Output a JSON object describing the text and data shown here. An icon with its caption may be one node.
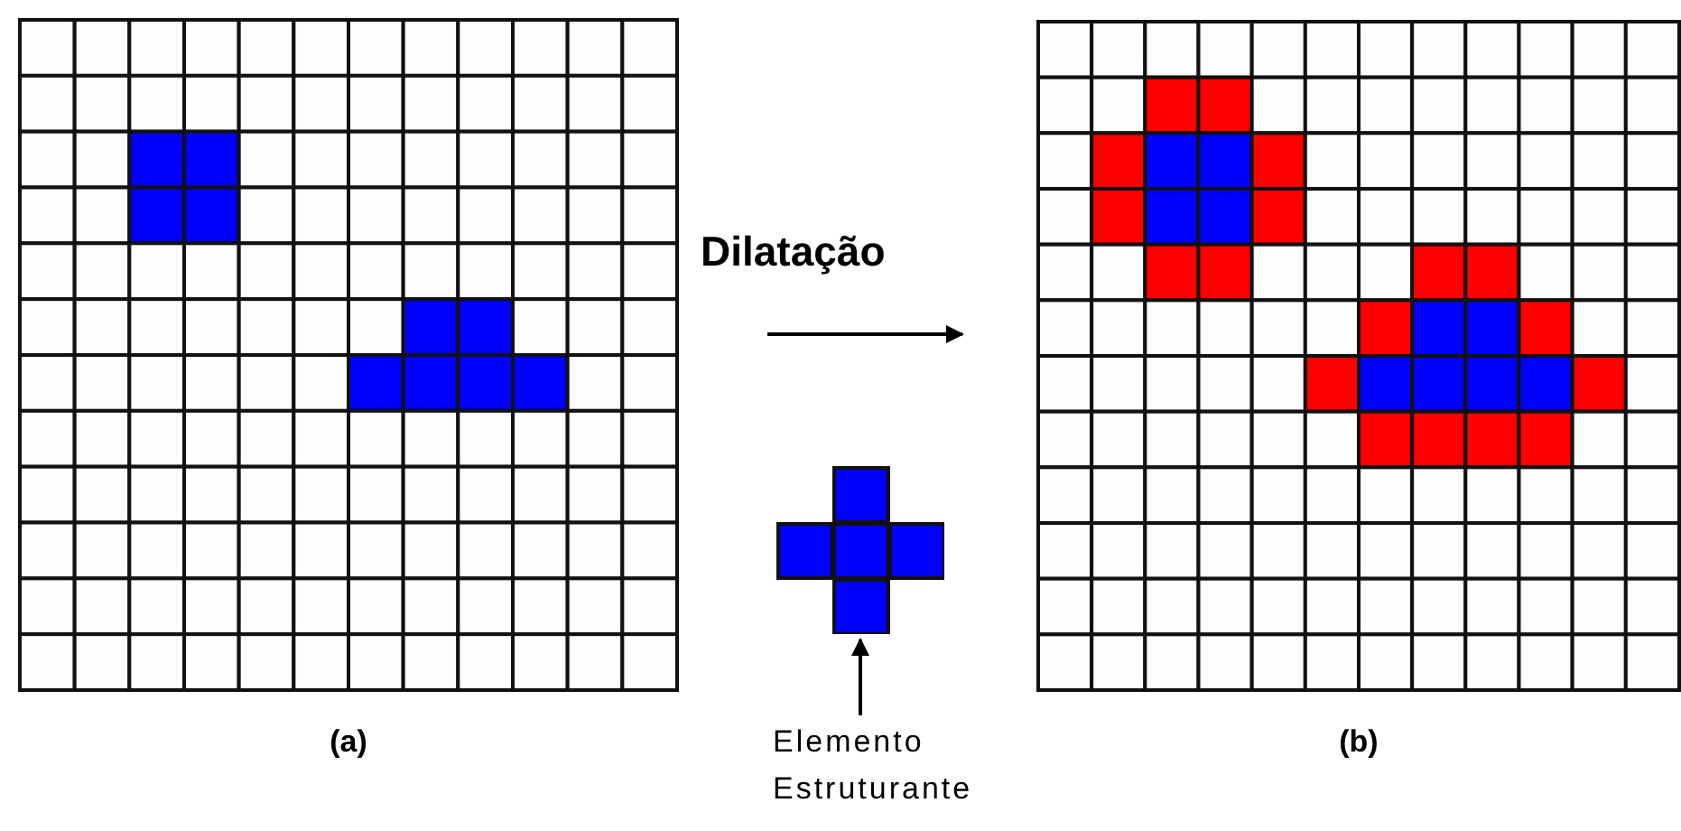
{
  "diagram": {
    "nodes": [
      {
        "text": [],
        "shape": "grid",
        "beside": [
          "(a)"
        ]
      },
      {
        "text": [],
        "shape": "grid",
        "beside": [
          "(b)"
        ]
      },
      {
        "text": [],
        "shape": "cross"
      },
      {
        "text": [
          "Elemento Estruturante"
        ]
      }
    ],
    "edges": [
      {
        "from": 0,
        "to": 1,
        "arrow": "to",
        "label": "Dilatação"
      },
      {
        "from": 3,
        "to": 2,
        "arrow": "to"
      }
    ]
  }
}
